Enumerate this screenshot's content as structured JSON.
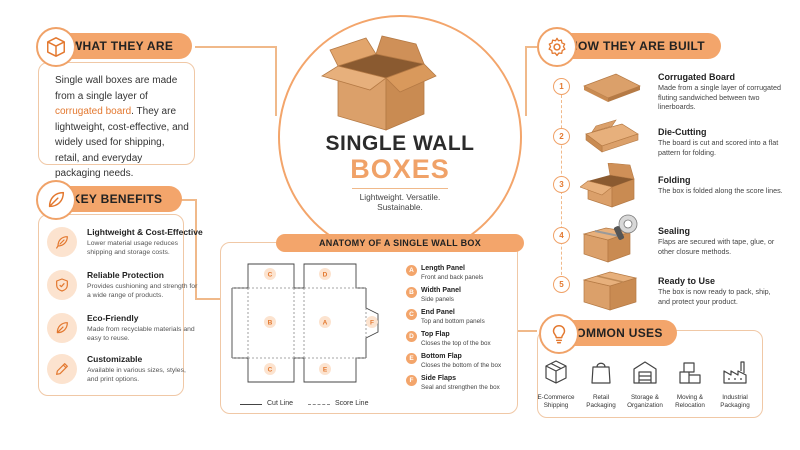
{
  "colors": {
    "accent": "#f3a56b",
    "accent_dark": "#e3782f",
    "box": "#dba06a",
    "line": "#f0b98a"
  },
  "center": {
    "title_line1": "SINGLE WALL",
    "title_line2": "BOXES",
    "tagline_line1": "Lightweight. Versatile.",
    "tagline_line2": "Sustainable."
  },
  "what_they_are": {
    "header": "WHAT THEY ARE",
    "icon": "box-icon",
    "text_before": "Single wall boxes are made from a single layer of ",
    "highlight": "corrugated board",
    "text_after": ". They are lightweight, cost-effective, and widely used for shipping, retail, and everyday packaging needs."
  },
  "key_benefits": {
    "header": "KEY BENEFITS",
    "icon": "leaf-icon",
    "items": [
      {
        "title": "Lightweight & Cost-Effective",
        "desc": "Lower material usage reduces shipping and storage costs.",
        "icon": "feather-icon"
      },
      {
        "title": "Reliable Protection",
        "desc": "Provides cushioning and strength for a wide range of products.",
        "icon": "shield-icon"
      },
      {
        "title": "Eco-Friendly",
        "desc": "Made from recyclable materials and easy to reuse.",
        "icon": "leaf-icon"
      },
      {
        "title": "Customizable",
        "desc": "Available in various sizes, styles, and print options.",
        "icon": "pencil-icon"
      }
    ]
  },
  "how_built": {
    "header": "HOW THEY ARE BUILT",
    "icon": "gear-icon",
    "steps": [
      {
        "num": "1",
        "title": "Corrugated Board",
        "desc": "Made from a single layer of corrugated fluting sandwiched between two linerboards."
      },
      {
        "num": "2",
        "title": "Die-Cutting",
        "desc": "The board is cut and scored into a flat pattern for folding."
      },
      {
        "num": "3",
        "title": "Folding",
        "desc": "The box is folded along the score lines."
      },
      {
        "num": "4",
        "title": "Sealing",
        "desc": "Flaps are secured with tape, glue, or other closure methods."
      },
      {
        "num": "5",
        "title": "Ready to Use",
        "desc": "The box is now ready to pack, ship, and protect your product."
      }
    ]
  },
  "anatomy": {
    "header": "ANATOMY OF A SINGLE WALL BOX",
    "diagram_letters": [
      "C",
      "D",
      "B",
      "A",
      "F",
      "C",
      "E"
    ],
    "legend_cut": "Cut Line",
    "legend_score": "Score Line",
    "panels": [
      {
        "letter": "A",
        "title": "Length Panel",
        "desc": "Front and back panels"
      },
      {
        "letter": "B",
        "title": "Width Panel",
        "desc": "Side panels"
      },
      {
        "letter": "C",
        "title": "End Panel",
        "desc": "Top and bottom panels"
      },
      {
        "letter": "D",
        "title": "Top Flap",
        "desc": "Closes the top of the box"
      },
      {
        "letter": "E",
        "title": "Bottom Flap",
        "desc": "Closes the bottom of the box"
      },
      {
        "letter": "F",
        "title": "Side Flaps",
        "desc": "Seal and strengthen the box"
      }
    ]
  },
  "common_uses": {
    "header": "COMMON USES",
    "icon": "lightbulb-icon",
    "items": [
      {
        "line1": "E-Commerce",
        "line2": "Shipping",
        "icon": "shipping-box-icon"
      },
      {
        "line1": "Retail",
        "line2": "Packaging",
        "icon": "shopping-bag-icon"
      },
      {
        "line1": "Storage &",
        "line2": "Organization",
        "icon": "warehouse-icon"
      },
      {
        "line1": "Moving &",
        "line2": "Relocation",
        "icon": "moving-boxes-icon"
      },
      {
        "line1": "Industrial",
        "line2": "Packaging",
        "icon": "factory-icon"
      }
    ]
  }
}
